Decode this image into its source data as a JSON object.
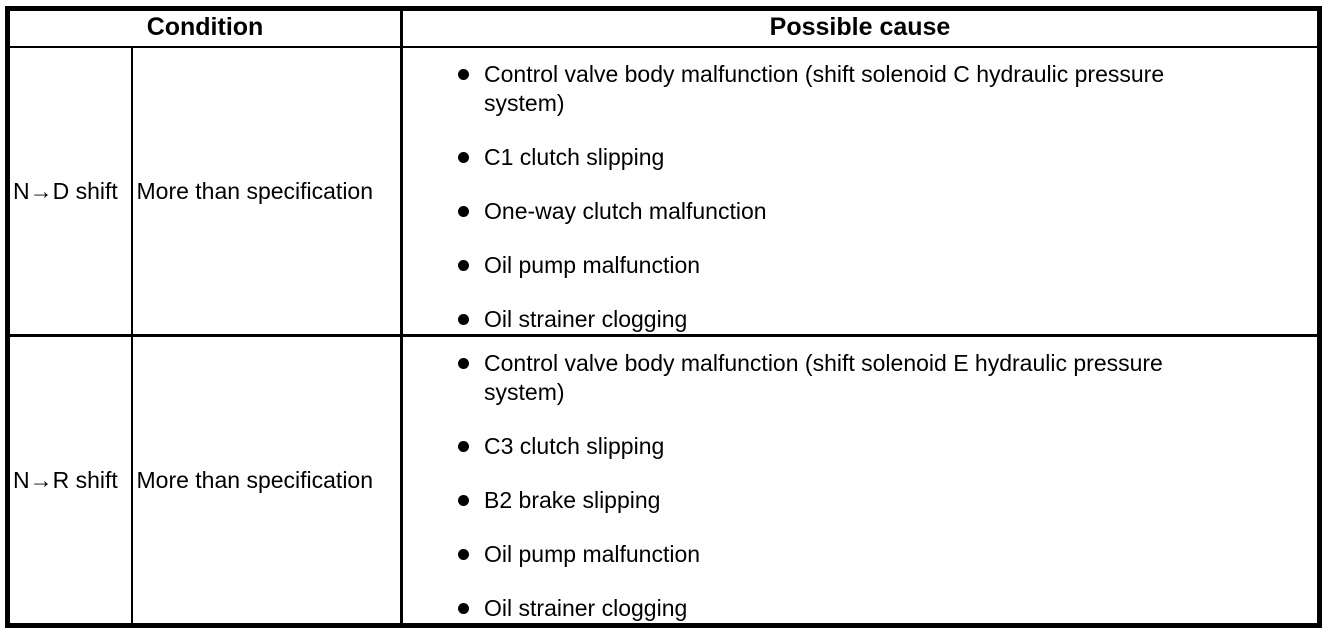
{
  "table": {
    "headers": {
      "condition": "Condition",
      "possible_cause": "Possible cause"
    },
    "rows": [
      {
        "condition": "N→D shift",
        "specification": "More than specification",
        "causes": [
          "Control valve body malfunction (shift solenoid C hydraulic pressure system)",
          "C1 clutch slipping",
          "One-way clutch malfunction",
          "Oil pump malfunction",
          "Oil strainer clogging"
        ]
      },
      {
        "condition": "N→R shift",
        "specification": "More than specification",
        "causes": [
          "Control valve body malfunction (shift solenoid E hydraulic pressure system)",
          "C3 clutch slipping",
          "B2 brake slipping",
          "Oil pump malfunction",
          "Oil strainer clogging"
        ]
      }
    ]
  },
  "colors": {
    "border": "#000000",
    "text": "#000000",
    "background": "#ffffff"
  }
}
